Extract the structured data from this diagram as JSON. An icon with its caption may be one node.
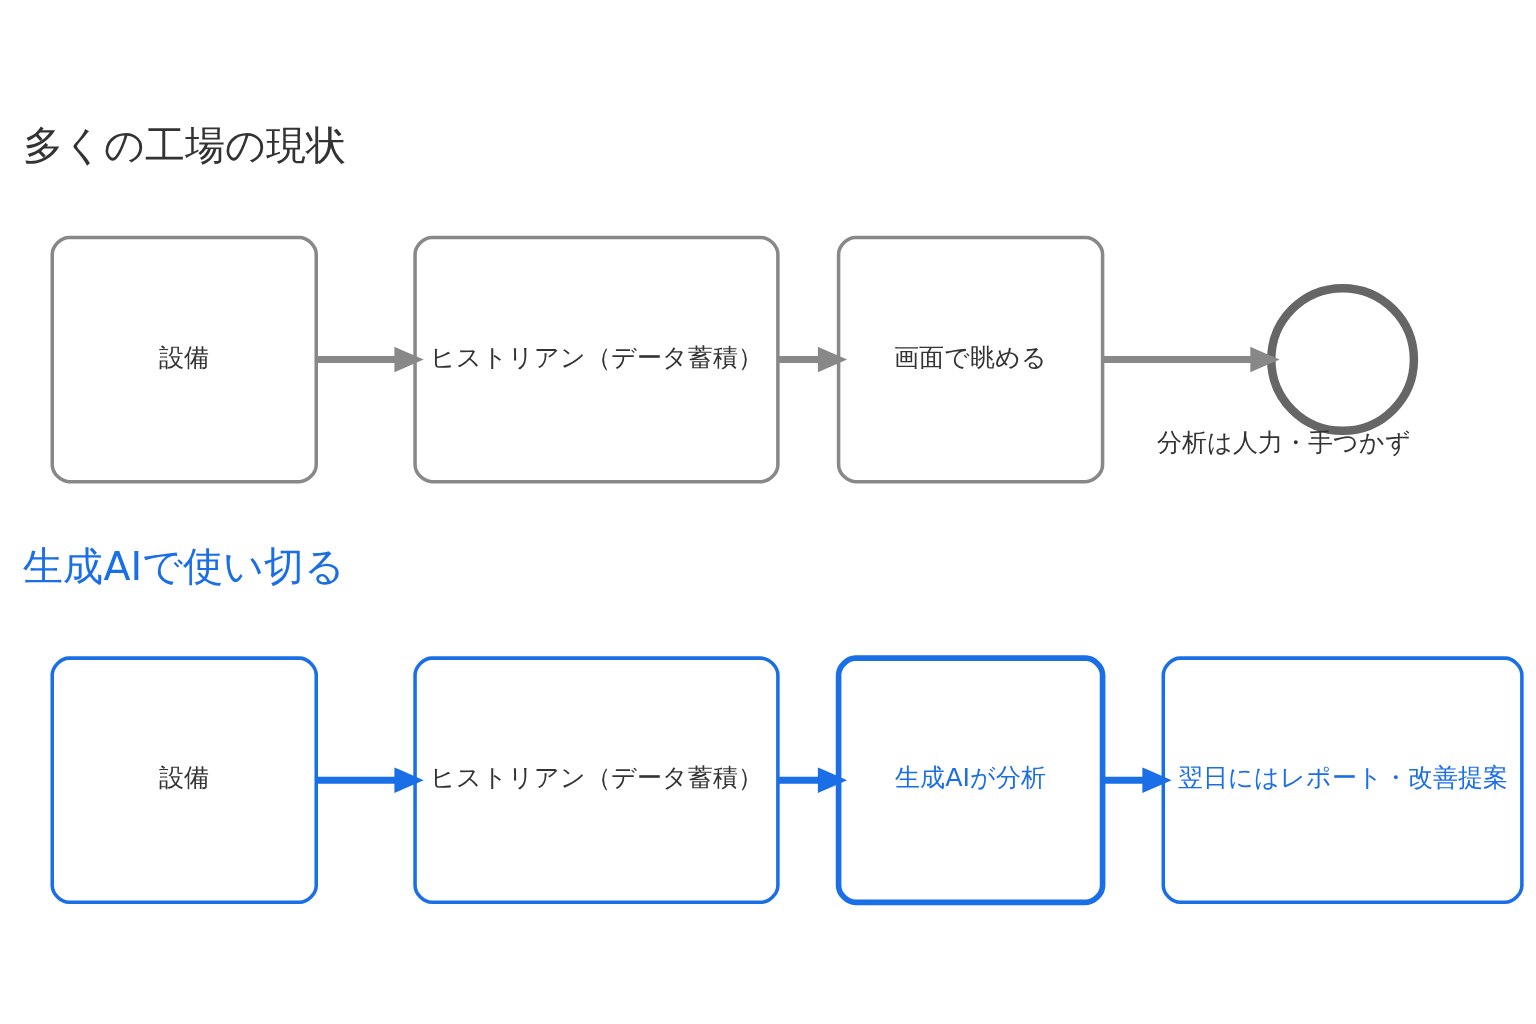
{
  "diagram": {
    "nodes": [
      {
        "text": [
          "設備"
        ]
      },
      {
        "text": [
          "ヒストリアン（データ蓄積）"
        ]
      },
      {
        "text": [
          "画面で眺める"
        ]
      },
      {
        "text": [
          "分析は人力・手つかず"
        ]
      },
      {
        "text": [
          "設備"
        ]
      },
      {
        "text": [
          "ヒストリアン（データ蓄積）"
        ]
      },
      {
        "text": [
          "生成AIが分析"
        ]
      },
      {
        "text": [
          "翌日にはレポート・改善提案"
        ]
      }
    ],
    "edges": [
      {
        "from": 0,
        "to": 1,
        "arrow": "to"
      },
      {
        "from": 1,
        "to": 2,
        "arrow": "to"
      },
      {
        "from": 2,
        "to": 3,
        "arrow": "to"
      },
      {
        "from": 4,
        "to": 5,
        "arrow": "to",
        "color": "#1a6ee6"
      },
      {
        "from": 5,
        "to": 6,
        "arrow": "to",
        "color": "#1a6ee6"
      },
      {
        "from": 6,
        "to": 7,
        "arrow": "to",
        "color": "#1a6ee6"
      }
    ],
    "labels": [
      "多くの工場の現状",
      "生成AIで使い切る"
    ]
  }
}
